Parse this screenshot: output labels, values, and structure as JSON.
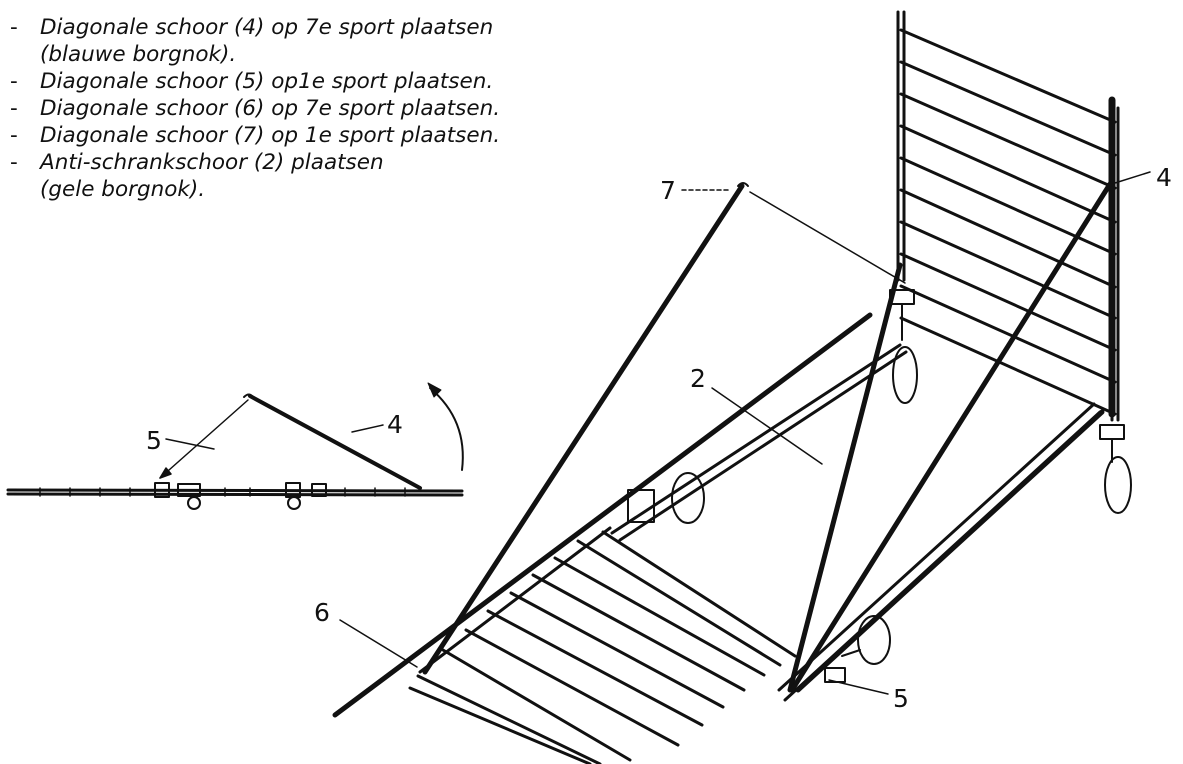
{
  "instructions": [
    {
      "line1": "Diagonale schoor (4) op 7e sport plaatsen",
      "line2": "(blauwe borgnok)."
    },
    {
      "line1": "Diagonale schoor (5) op1e sport plaatsen.",
      "line2": ""
    },
    {
      "line1": "Diagonale schoor (6) op 7e sport plaatsen.",
      "line2": ""
    },
    {
      "line1": "Diagonale schoor (7) op 1e sport plaatsen.",
      "line2": ""
    },
    {
      "line1": "Anti-schrankschoor (2) plaatsen",
      "line2": "(gele borgnok)."
    }
  ],
  "detail_callouts": {
    "brace_5": "5",
    "brace_4": "4"
  },
  "main_callouts": {
    "brace_7": "7",
    "brace_4": "4",
    "brace_2": "2",
    "brace_6": "6",
    "brace_5": "5"
  }
}
